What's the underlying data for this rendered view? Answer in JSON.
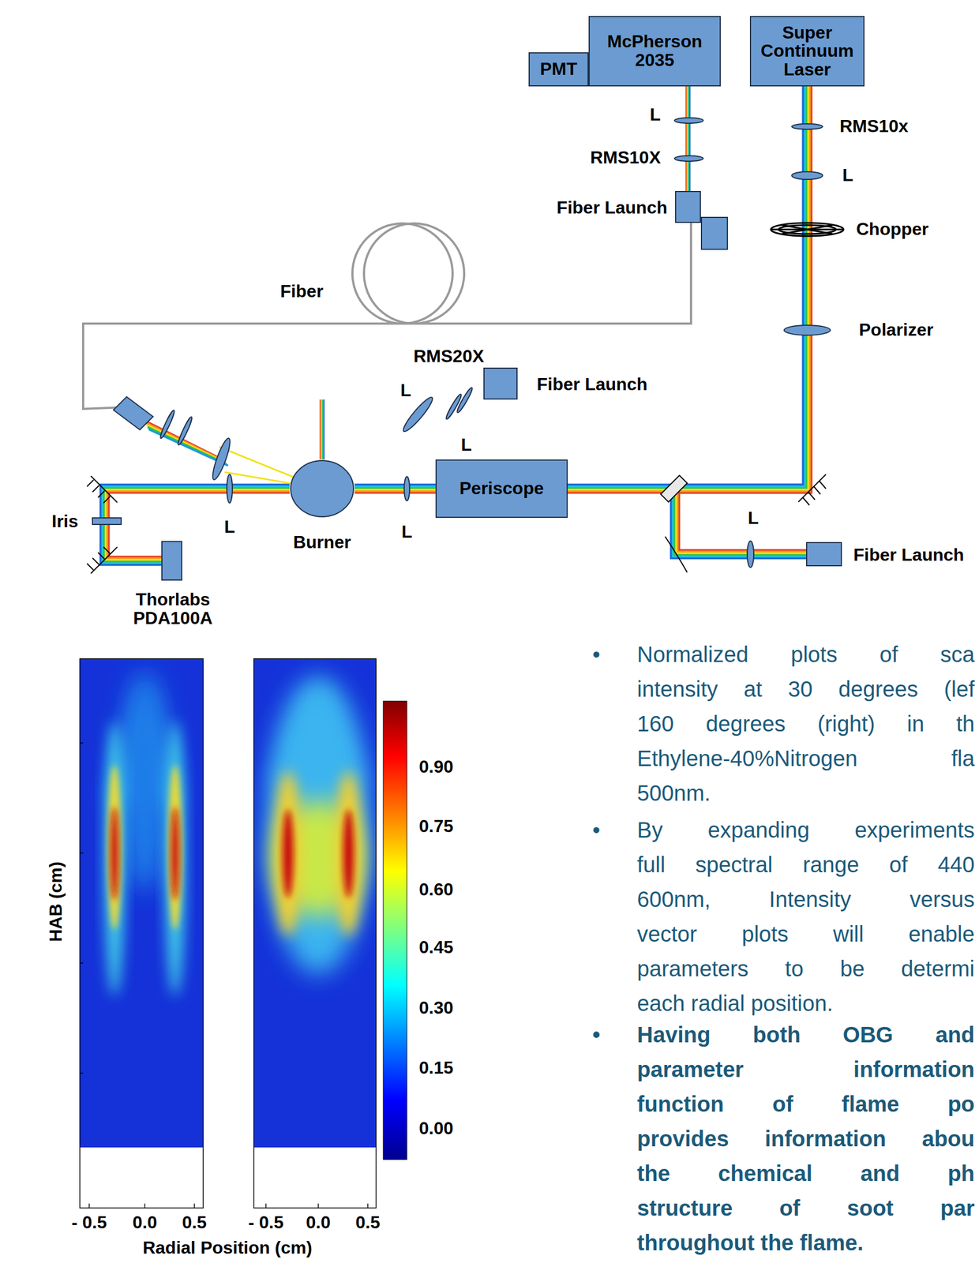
{
  "diagram": {
    "nodes": [
      {
        "text": [
          "PMT"
        ]
      },
      {
        "text": [
          "McPherson 2035"
        ]
      },
      {
        "text": [
          "Super Continuum Laser"
        ]
      },
      {
        "text": [
          "Fiber Launch"
        ]
      },
      {
        "text": [
          "Periscope"
        ]
      },
      {
        "text": [
          "Burner"
        ]
      },
      {
        "text": [
          "Fiber Launch"
        ]
      },
      {
        "text": [
          "Fiber Launch"
        ]
      },
      {
        "text": [
          "Thorlabs PDA100A"
        ]
      }
    ],
    "edges": [
      {
        "from": 3,
        "to": 1,
        "arrow": "none"
      },
      {
        "from": 2,
        "to": 4,
        "arrow": "none"
      },
      {
        "from": 4,
        "to": 5,
        "arrow": "none"
      },
      {
        "from": 5,
        "to": 8,
        "arrow": "none"
      },
      {
        "from": 5,
        "to": 6,
        "arrow": "none"
      },
      {
        "from": 2,
        "to": 7,
        "arrow": "none"
      }
    ],
    "labels": [
      "L",
      "RMS10X",
      "RMS10x",
      "L",
      "Chopper",
      "Polarizer",
      "Fiber",
      "RMS20X",
      "L",
      "L",
      "L",
      "L",
      "Iris",
      "L",
      "HAB (cm)",
      "0.90",
      "0.75",
      "0.60",
      "0.45",
      "0.30",
      "0.15",
      "0.00",
      "- 0.5",
      "0.0",
      "0.5",
      "- 0.5",
      "0.0",
      "0.5",
      "Radial Position (cm)",
      "•",
      "Normalized plots of sca",
      "intensity at 30 degrees (lef",
      "160 degrees (right) in th",
      "Ethylene-40%Nitrogen fla",
      "500nm.",
      "•",
      "By expanding experiments",
      "full spectral range of 440",
      "600nm, Intensity versus",
      "vector plots will enable",
      "parameters to be determi",
      "each radial position.",
      "•",
      "Having both OBG and",
      "parameter information",
      "function of flame po",
      "provides information abou",
      "the chemical and ph",
      "structure of soot par",
      "throughout the flame."
    ]
  }
}
